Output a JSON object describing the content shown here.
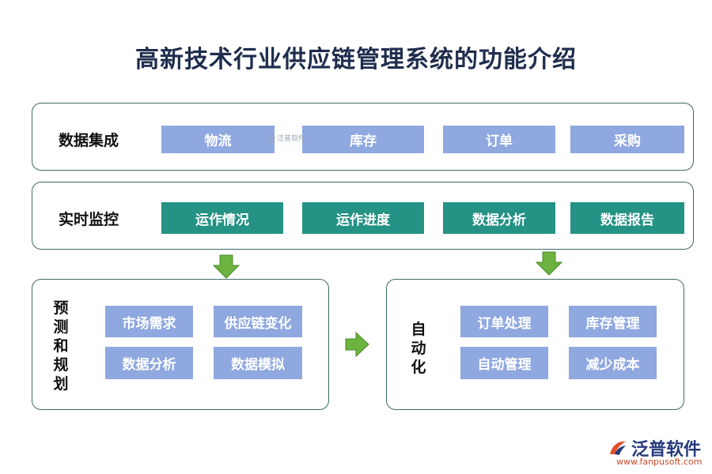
{
  "title": "高新技术行业供应链管理系统的功能介绍",
  "row1": {
    "label": "数据集成",
    "items": [
      "物流",
      "库存",
      "订单",
      "采购"
    ]
  },
  "row2": {
    "label": "实时监控",
    "items": [
      "运作情况",
      "运作进度",
      "数据分析",
      "数据报告"
    ]
  },
  "left_panel": {
    "label": "预测和规划",
    "items": [
      "市场需求",
      "供应链变化",
      "数据分析",
      "数据模拟"
    ]
  },
  "right_panel": {
    "label": "自动化",
    "items": [
      "订单处理",
      "库存管理",
      "自动管理",
      "减少成本"
    ]
  },
  "watermark": "泛普软件",
  "logo": {
    "name": "泛普软件",
    "url": "www.fanpusoft.com"
  },
  "colors": {
    "blue_box": "#8fa8df",
    "teal_box": "#249284",
    "arrow_green": "#6cb33f",
    "border": "#3d6a66"
  }
}
